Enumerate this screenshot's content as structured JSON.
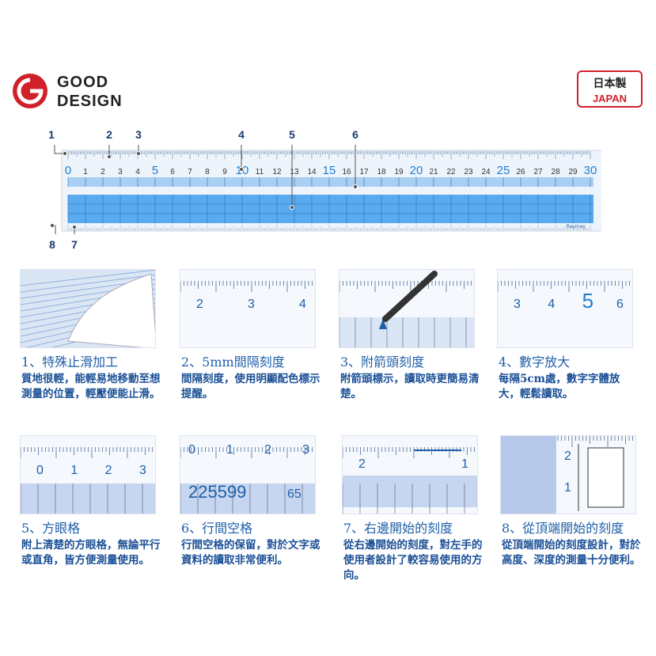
{
  "logo": {
    "line1": "GOOD",
    "line2": "DESIGN",
    "color": "#d0202a"
  },
  "badge": {
    "jp": "日本製",
    "en": "JAPAN"
  },
  "ruler": {
    "numbers": [
      "0",
      "1",
      "2",
      "3",
      "4",
      "5",
      "6",
      "7",
      "8",
      "9",
      "10",
      "11",
      "12",
      "13",
      "14",
      "15",
      "16",
      "17",
      "18",
      "19",
      "20",
      "21",
      "22",
      "23",
      "24",
      "25",
      "26",
      "27",
      "28",
      "29",
      "30"
    ],
    "brand": "Raymay"
  },
  "callouts": [
    "1",
    "2",
    "3",
    "4",
    "5",
    "6",
    "7",
    "8"
  ],
  "features": [
    {
      "title": "1、特殊止滑加工",
      "desc": "質地很輕，能輕易地移動至想測量的位置，輕壓便能止滑。",
      "illus": []
    },
    {
      "title": "2、5mm間隔刻度",
      "desc": "間隔刻度，使用明顯配色標示提醒。",
      "illus": [
        "2",
        "3",
        "4"
      ]
    },
    {
      "title": "3、附箭頭刻度",
      "desc": "附箭頭標示，讀取時更簡易清楚。",
      "illus": []
    },
    {
      "title": "4、數字放大",
      "desc": "每隔5cm處，數字字體放大，輕鬆讀取。",
      "illus": [
        "3",
        "4",
        "5",
        "6"
      ]
    },
    {
      "title": "5、方眼格",
      "desc": "附上清楚的方眼格，無論平行或直角，皆方便測量使用。",
      "illus": [
        "0",
        "1",
        "2",
        "3"
      ]
    },
    {
      "title": "6、行間空格",
      "desc": "行間空格的保留，對於文字或資料的讀取非常便利。",
      "illus": [
        "0",
        "1",
        "2",
        "3",
        "225599",
        "65"
      ]
    },
    {
      "title": "7、右邊開始的刻度",
      "desc": "從右邊開始的刻度，對左手的使用者設計了較容易使用的方向。",
      "illus": [
        "2",
        "1"
      ]
    },
    {
      "title": "8、從頂端開始的刻度",
      "desc": "從頂端開始的刻度設計，對於高度、深度的測量十分便利。",
      "illus": [
        "2",
        "1"
      ]
    }
  ],
  "colors": {
    "blue": "#1f7fd0",
    "title": "#1f5fa8",
    "grid": "#6aaae8"
  }
}
